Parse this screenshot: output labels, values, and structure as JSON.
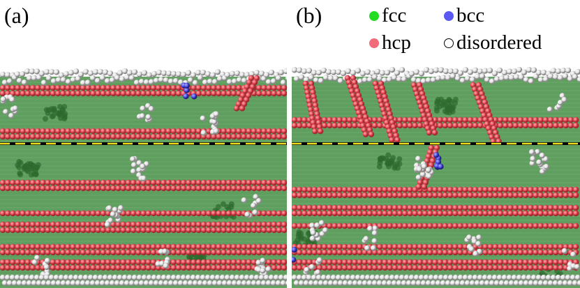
{
  "panels": [
    {
      "label": "(a)"
    },
    {
      "label": "(b)"
    }
  ],
  "legend": [
    {
      "name": "fcc",
      "color": "#22dd22"
    },
    {
      "name": "hcp",
      "color": "#f26b78"
    },
    {
      "name": "bcc",
      "color": "#5a5af0"
    },
    {
      "name": "disordered",
      "color": "#ffffff"
    }
  ],
  "colors": {
    "fcc_region": "#5f9e5f",
    "hcp_atom": "#e8505a",
    "disordered_atom": "#e8e8e8",
    "dashed_line": "#f0e020"
  }
}
